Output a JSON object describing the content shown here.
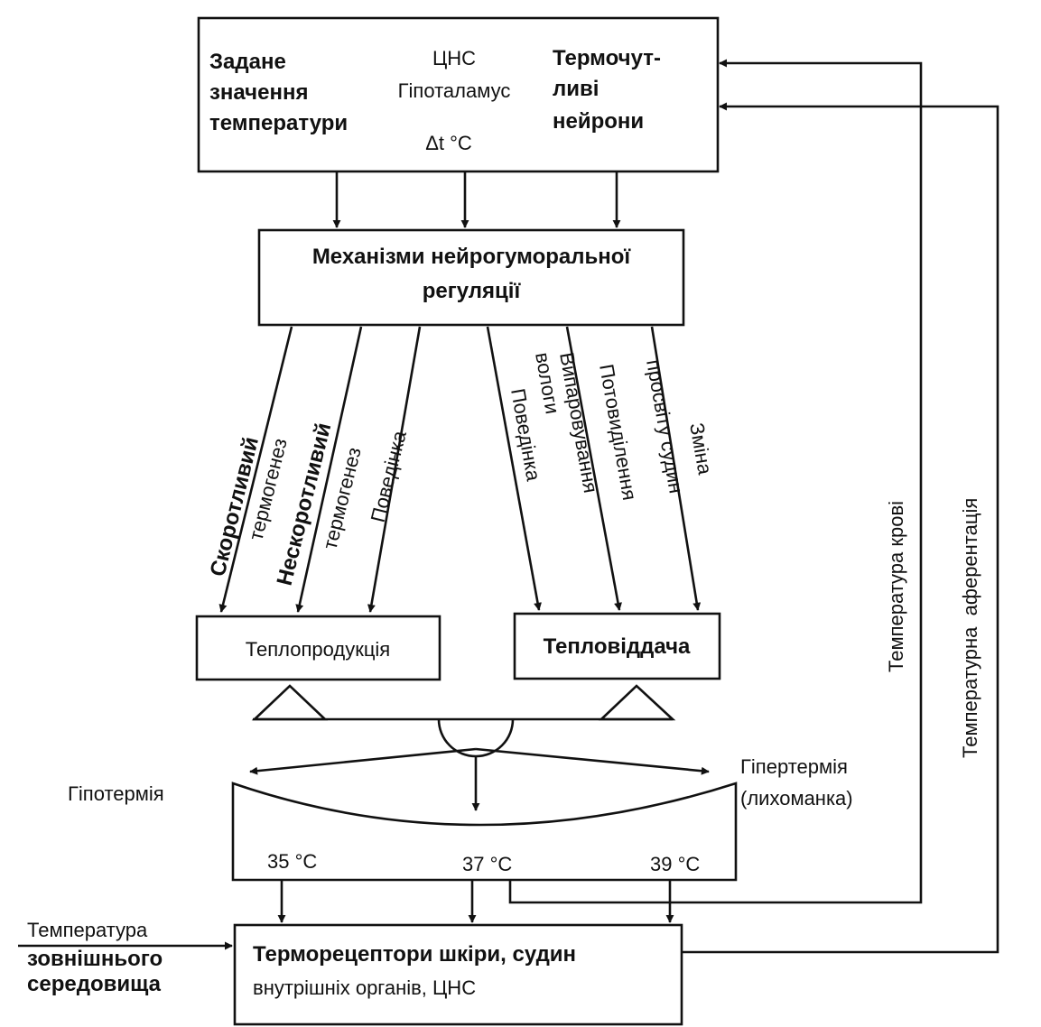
{
  "top_box": {
    "set_point": [
      "Задане",
      "значення",
      "температури"
    ],
    "cns": [
      "ЦНС",
      "Гіпоталамус",
      "Δt °C"
    ],
    "neurons": [
      "Термочут-",
      "ливі",
      "нейрони"
    ]
  },
  "regulation_box": [
    "Механізми нейрогуморальної",
    "регуляції"
  ],
  "left_arrows": [
    [
      "Скоротливий",
      "термогенез"
    ],
    [
      "Нескоротливий",
      "термогенез"
    ],
    [
      "Поведінка"
    ]
  ],
  "right_arrows": [
    [
      "Поведінка"
    ],
    [
      "Випаровування",
      "вологи"
    ],
    [
      "Потовиділення"
    ],
    [
      "Зміна",
      "просвіту судин"
    ]
  ],
  "heat_production": "Теплопродукція",
  "heat_loss": "Тепловіддача",
  "hypothermia": "Гіпотермія",
  "hyperthermia": [
    "Гіпертермія",
    "(лихоманка)"
  ],
  "scale": [
    "35 °C",
    "37 °C",
    "39 °C"
  ],
  "receptors_box": [
    "Терморецептори шкіри, судин",
    "внутрішніх органів, ЦНС"
  ],
  "external_temp": [
    "Температура",
    "зовнішнього",
    "середовища"
  ],
  "blood_temp": "Температура крові",
  "afferentation": "Температурна  аферентація"
}
